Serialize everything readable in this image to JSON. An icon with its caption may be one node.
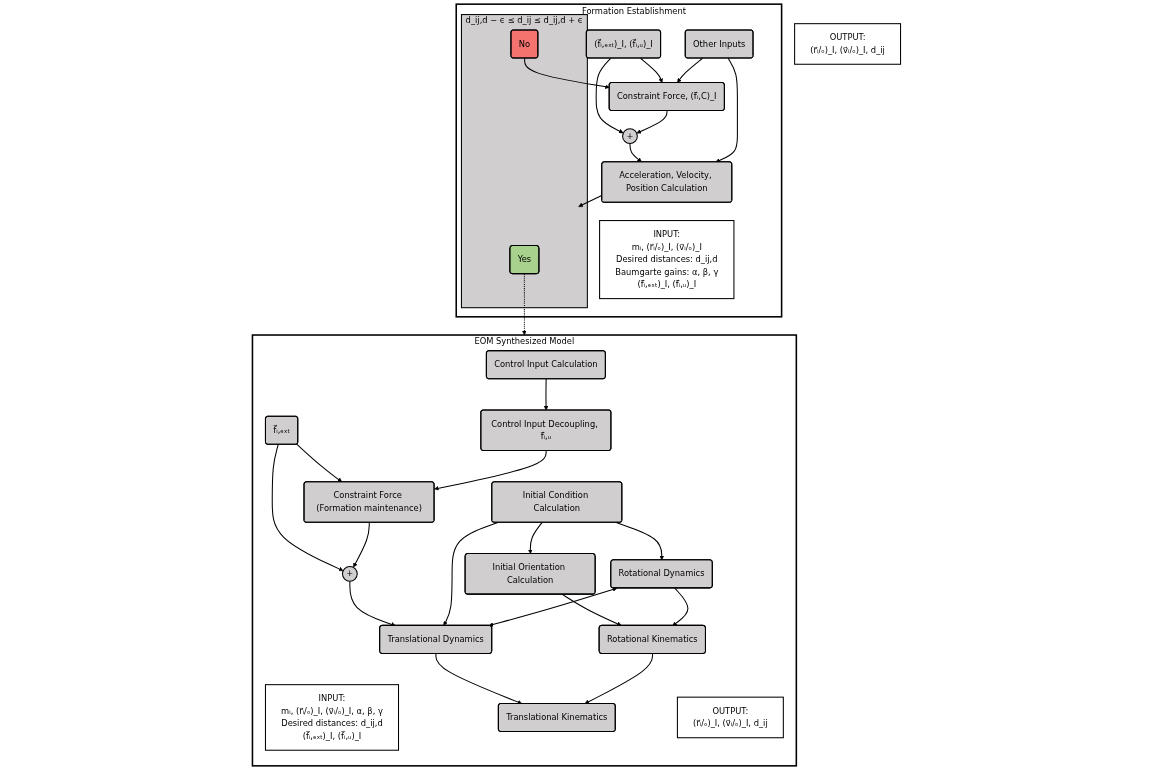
{
  "diagram": {
    "nodes": [
      {
        "text": [
          "Formation Establishment"
        ]
      },
      {
        "text": [
          "INPUT:",
          "mᵢ, (r⃗ᵢ/ₒ)_I, (v⃗ᵢ/ₒ)_I",
          "Desired distances: d_ij,d",
          "Baumgarte gains: α, β, γ",
          "(f⃗ᵢ,ₑₓₜ)_I, (f⃗ᵢ,ᵤ)_I"
        ],
        "in": 0
      },
      {
        "text": [
          "(f⃗ᵢ,ₑₓₜ)_I, (f⃗ᵢ,ᵤ)_I"
        ],
        "in": 0
      },
      {
        "text": [
          "Other Inputs"
        ],
        "in": 0
      },
      {
        "text": [
          "+"
        ],
        "in": 0
      },
      {
        "text": [
          "Constraint Force, (f⃗ᵢ,C)_I"
        ],
        "in": 0
      },
      {
        "text": [
          "Acceleration, Velocity, Position Calculation"
        ],
        "in": 0
      },
      {
        "text": [
          "d_ij,d − ϵ ≤ d_ij ≤ d_ij,d + ϵ"
        ],
        "in": 0
      },
      {
        "text": [
          "Yes"
        ],
        "in": 7
      },
      {
        "text": [
          "No"
        ],
        "in": 7
      },
      {
        "text": [
          "OUTPUT:",
          "(r⃗ᵢ/ₒ)_I, (v⃗ᵢ/ₒ)_I, d_ij"
        ]
      },
      {
        "text": [
          "EOM Synthesized Model"
        ]
      },
      {
        "text": [
          "INPUT:",
          "mᵢ, (r⃗ᵢ/ₒ)_I, (v⃗ᵢ/ₒ)_I, α, β, γ",
          "Desired distances: d_ij,d",
          "(f⃗ᵢ,ₑₓₜ)_I, (f⃗ᵢ,ᵤ)_I"
        ],
        "in": 11
      },
      {
        "text": [
          "Control Input Calculation"
        ],
        "in": 11
      },
      {
        "text": [
          "Control Input Decoupling, f⃗ᵢ,ᵤ"
        ],
        "in": 11
      },
      {
        "text": [
          "Initial Condition Calculation"
        ],
        "in": 11
      },
      {
        "text": [
          "f⃗ᵢ,ₑₓₜ"
        ],
        "in": 11
      },
      {
        "text": [
          "Initial Orientation Calculation"
        ],
        "in": 11
      },
      {
        "text": [
          "+"
        ],
        "in": 11
      },
      {
        "text": [
          "Constraint Force (Formation maintenance)"
        ],
        "in": 11
      },
      {
        "text": [
          "Rotational Dynamics"
        ],
        "in": 11
      },
      {
        "text": [
          "Translational Dynamics"
        ],
        "in": 11
      },
      {
        "text": [
          "Rotational Kinematics"
        ],
        "in": 11
      },
      {
        "text": [
          "Translational Kinematics"
        ],
        "in": 11
      },
      {
        "text": [
          "OUTPUT:",
          "(r⃗ᵢ/ₒ)_I, (v⃗ᵢ/ₒ)_I, d_ij"
        ],
        "in": 11
      }
    ],
    "edges": [
      {
        "from": 2,
        "to": 4,
        "arrow": "to"
      },
      {
        "from": 2,
        "to": 5,
        "arrow": "to"
      },
      {
        "from": 3,
        "to": 5,
        "arrow": "to"
      },
      {
        "from": 3,
        "to": 6,
        "arrow": "to"
      },
      {
        "from": 5,
        "to": 4,
        "arrow": "to"
      },
      {
        "from": 4,
        "to": 6,
        "arrow": "to"
      },
      {
        "from": 6,
        "to": 7,
        "arrow": "to"
      },
      {
        "from": 9,
        "to": 5,
        "arrow": "to"
      },
      {
        "from": 8,
        "to": 11,
        "arrow": "to",
        "style": "dashed"
      },
      {
        "from": 13,
        "to": 14,
        "arrow": "to"
      },
      {
        "from": 16,
        "to": 18,
        "arrow": "to"
      },
      {
        "from": 16,
        "to": 19,
        "arrow": "to"
      },
      {
        "from": 14,
        "to": 19,
        "arrow": "to"
      },
      {
        "from": 19,
        "to": 18,
        "arrow": "to"
      },
      {
        "from": 18,
        "to": 21,
        "arrow": "to"
      },
      {
        "from": 15,
        "to": 17,
        "arrow": "to"
      },
      {
        "from": 15,
        "to": 20,
        "arrow": "to"
      },
      {
        "from": 15,
        "to": 21,
        "arrow": "to"
      },
      {
        "from": 17,
        "to": 22,
        "arrow": "to"
      },
      {
        "from": 20,
        "to": 22,
        "arrow": "to"
      },
      {
        "from": 20,
        "to": 21,
        "arrow": "both"
      },
      {
        "from": 21,
        "to": 23,
        "arrow": "to"
      },
      {
        "from": 22,
        "to": 23,
        "arrow": "to"
      }
    ]
  }
}
